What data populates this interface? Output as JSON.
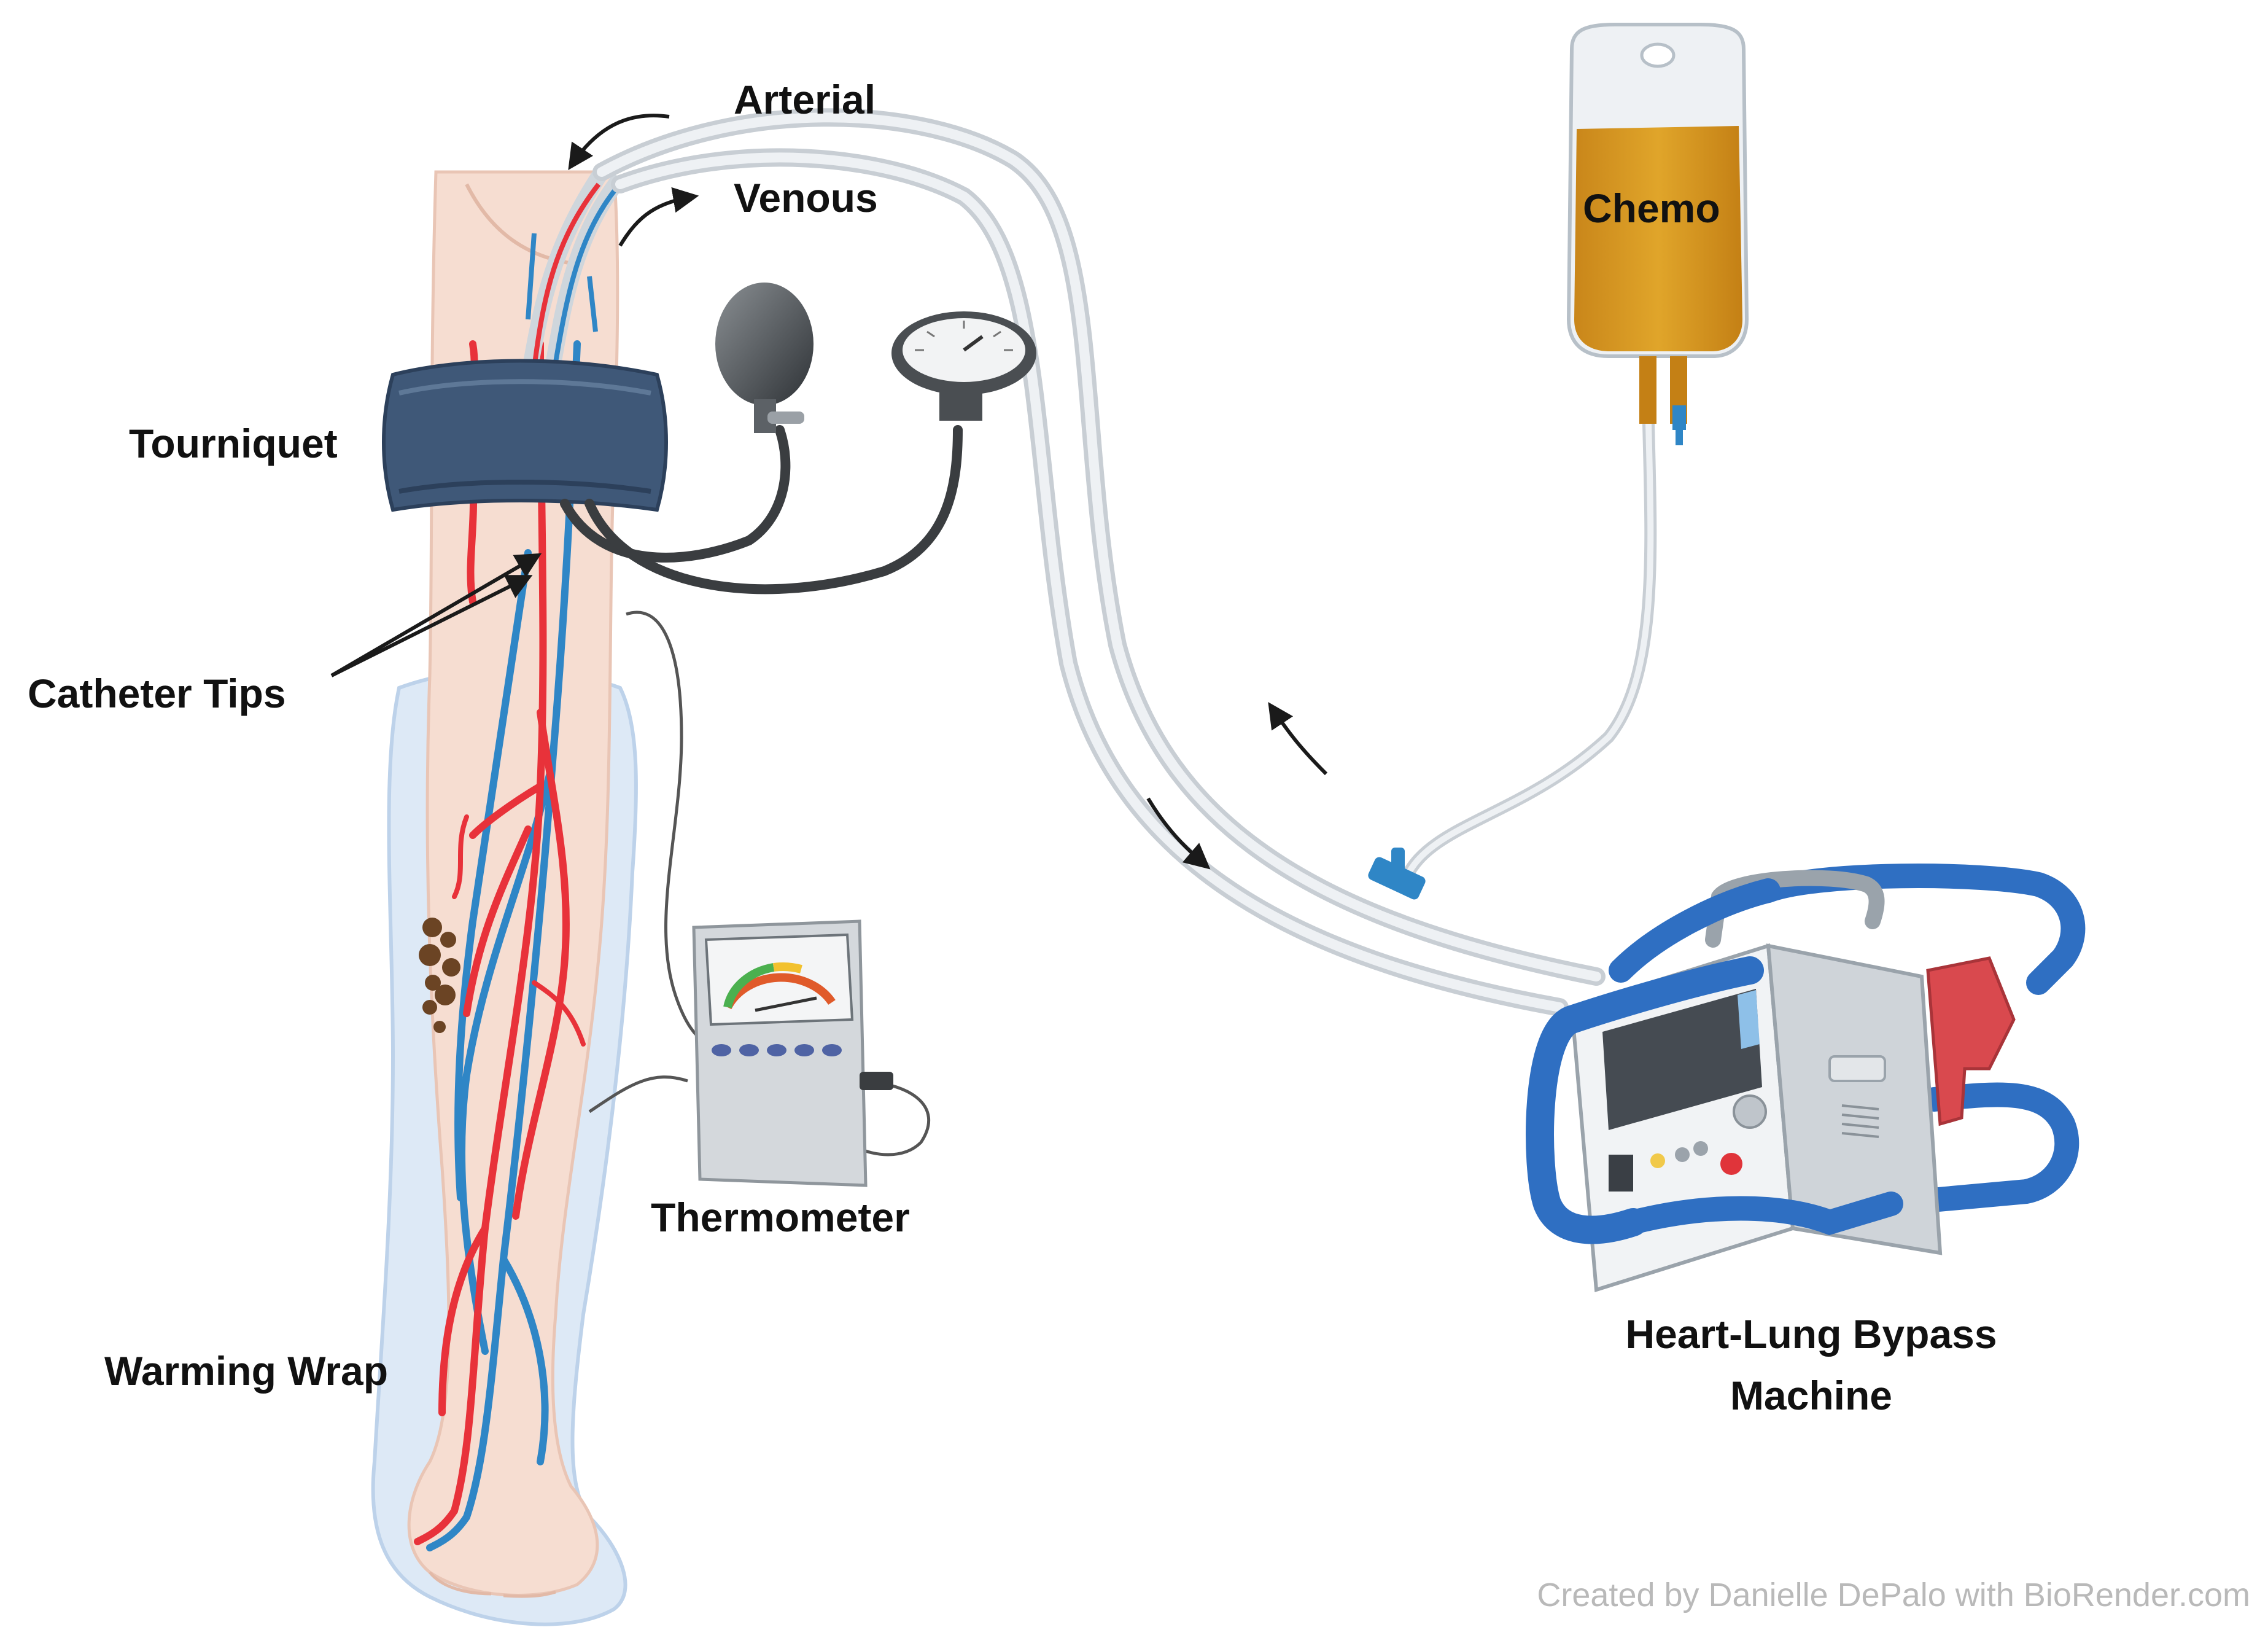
{
  "labels": {
    "arterial": "Arterial",
    "venous": "Venous",
    "chemo": "Chemo",
    "tourniquet": "Tourniquet",
    "catheter_tips": "Catheter Tips",
    "thermometer": "Thermometer",
    "warming_wrap": "Warming Wrap",
    "bypass_line1": "Heart-Lung Bypass",
    "bypass_line2": "Machine",
    "credit": "Created by Danielle DePalo with BioRender.com"
  },
  "colors": {
    "artery": "#e8323a",
    "vein": "#2f86c6",
    "skin": "#f6ddd1",
    "wrap": "#dbe8f5",
    "cuff": "#3f5878",
    "chemo_fluid": "#d99a1d",
    "machine_frame": "#2f6fc2",
    "tubing": "#d8dde2"
  }
}
